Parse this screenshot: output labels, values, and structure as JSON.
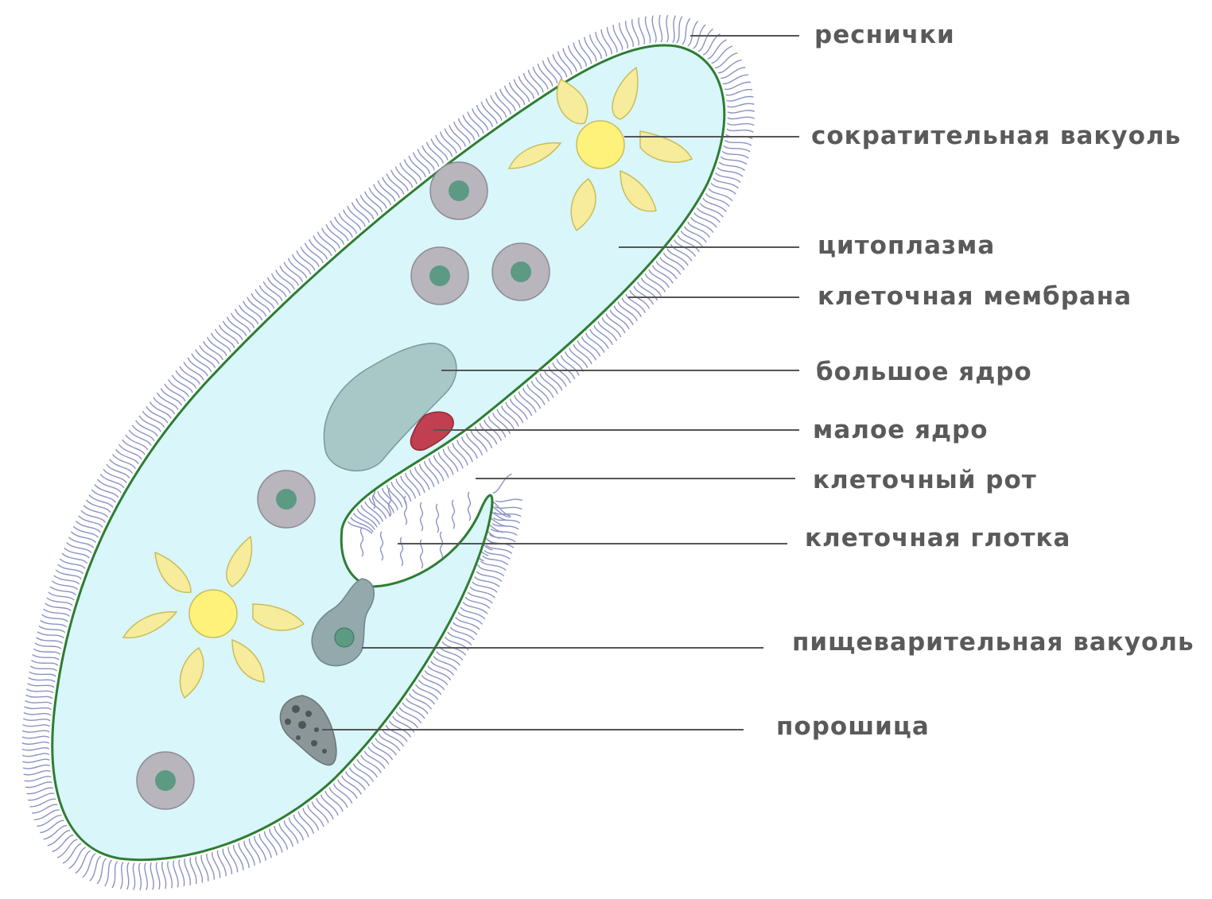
{
  "colors": {
    "background": "#ffffff",
    "cytoplasm": "#d9f6fb",
    "membrane": "#2e7d32",
    "cilia": "#8a93c2",
    "contractile_vacuole_center": "#fff27a",
    "contractile_vacuole_rays": "#f7ec9c",
    "vacuole_ring": "#b9b5bd",
    "vacuole_core": "#5c9a83",
    "macronucleus": "#a8c8c8",
    "micronucleus": "#c0404f",
    "digestive_vacuole": "#93a9ac",
    "anal_pore": "#8b9698",
    "label_text": "#5a5a5a",
    "leader_line": "#555555"
  },
  "labels": {
    "cilia": "реснички",
    "contractile_vacuole": "сократительная вакуоль",
    "cytoplasm": "цитоплазма",
    "cell_membrane": "клеточная мембрана",
    "macronucleus": "большое ядро",
    "micronucleus": "малое ядро",
    "cell_mouth": "клеточный рот",
    "cell_pharynx": "клеточная глотка",
    "digestive_vacuole": "пищеварительная вакуоль",
    "anal_pore": "порошица"
  }
}
